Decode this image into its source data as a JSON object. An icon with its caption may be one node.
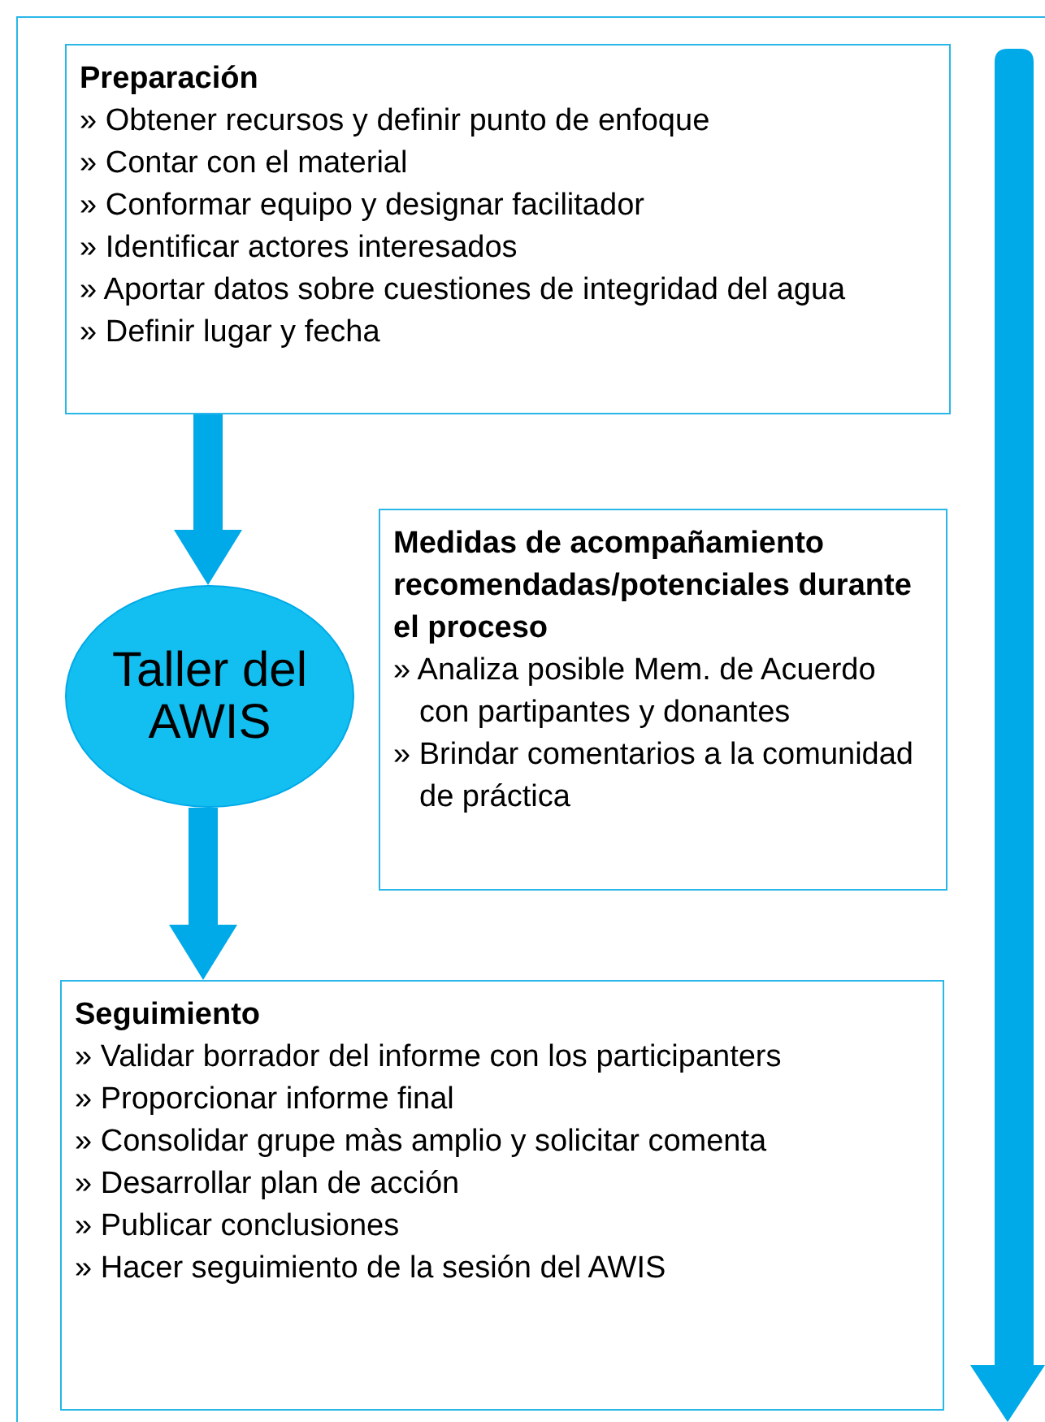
{
  "diagram": {
    "nodes": [
      {
        "text": [
          "Preparación",
          "» Obtener recursos y definir  punto de enfoque",
          "» Contar con el material",
          "» Conformar equipo y designar facilitador",
          "» Identificar actores interesados",
          "» Aportar datos sobre cuestiones de integridad del agua",
          "» Definir lugar y fecha"
        ]
      },
      {
        "text": [
          "Taller del AWIS"
        ]
      },
      {
        "text": [
          "Medidas de acompañamiento recomendadas/potenciales durante el proceso",
          "» Analiza posible Mem. de Acuerdo con partipantes y donantes",
          "» Brindar comentarios a la comunidad de práctica"
        ]
      },
      {
        "text": [
          "Seguimiento",
          "» Validar borrador del informe con los participanters",
          "» Proporcionar informe final",
          "» Consolidar grupe màs amplio y solicitar comenta",
          "» Desarrollar plan de acción",
          "» Publicar conclusiones",
          "» Hacer seguimiento de la sesión del AWIS"
        ]
      }
    ],
    "edges": [
      {
        "from": 0,
        "to": 1,
        "arrow": "to"
      },
      {
        "from": 1,
        "to": 3,
        "arrow": "to"
      }
    ]
  }
}
